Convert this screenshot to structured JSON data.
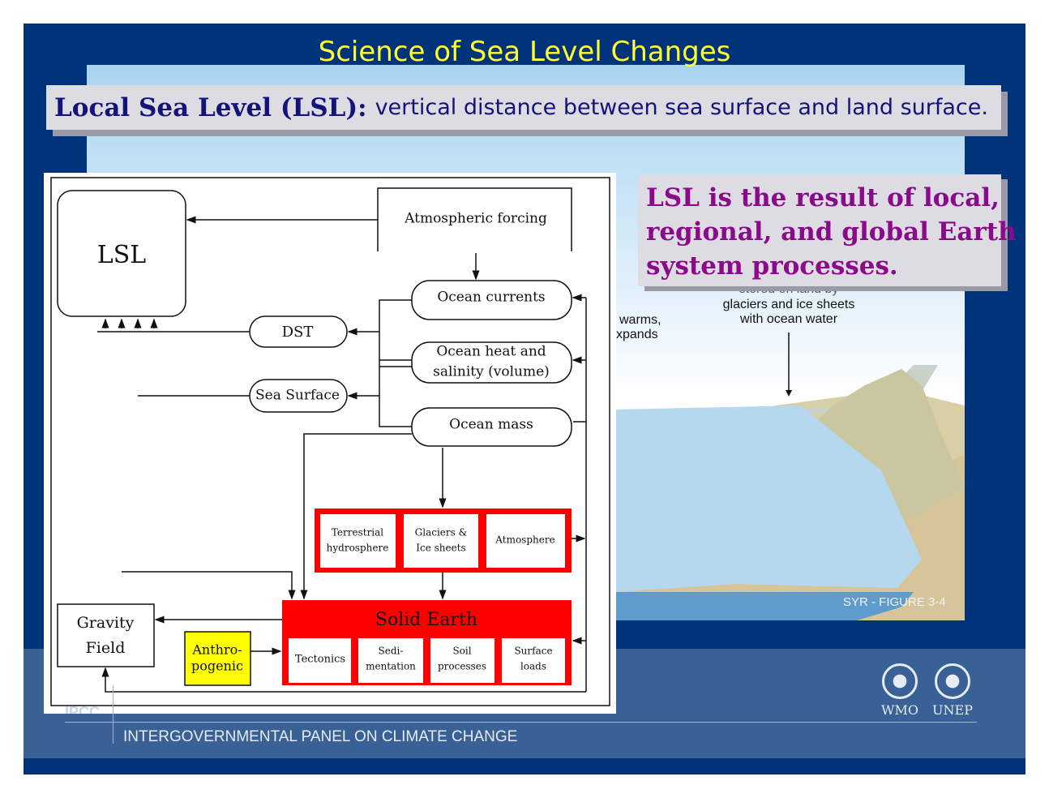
{
  "title": "Science of Sea Level Changes",
  "header": {
    "term": "Local Sea Level (LSL):",
    "definition": "vertical distance between sea surface and land surface."
  },
  "note": {
    "lines": [
      "LSL is the result of local,",
      "regional, and global Earth",
      "system processes."
    ]
  },
  "diagram": {
    "lsl": "LSL",
    "atmospheric_forcing": "Atmospheric forcing",
    "ocean_currents": "Ocean currents",
    "ocean_heat_1": "Ocean heat and",
    "ocean_heat_2": "salinity (volume)",
    "ocean_mass": "Ocean mass",
    "dst": "DST",
    "sea_surface": "Sea Surface",
    "terrestrial_1": "Terrestrial",
    "terrestrial_2": "hydrosphere",
    "glaciers_1": "Glaciers &",
    "glaciers_2": "Ice sheets",
    "atmosphere": "Atmosphere",
    "solid_earth": "Solid Earth",
    "tectonics": "Tectonics",
    "sed_1": "Sedi-",
    "sed_2": "mentation",
    "soil_1": "Soil",
    "soil_2": "processes",
    "surf_1": "Surface",
    "surf_2": "loads",
    "gravity_1": "Gravity",
    "gravity_2": "Field",
    "anthro_1": "Anthro-",
    "anthro_2": "pogenic"
  },
  "figure": {
    "label_1": "stored on land by",
    "label_2": "glaciers and ice sheets",
    "label_3": "with ocean water",
    "warms_1": "warms,",
    "warms_2": "xpands",
    "source": "SYR - FIGURE 3-4"
  },
  "footer": {
    "org": "INTERGOVERNMENTAL PANEL ON CLIMATE CHANGE",
    "ipcc": "IPCC",
    "wmo": "WMO",
    "unep": "UNEP"
  },
  "colors": {
    "slide": "#00347a",
    "title": "#ffff33",
    "note": "#8b0a8b",
    "red": "#ff0000",
    "yellow": "#ffff00"
  }
}
